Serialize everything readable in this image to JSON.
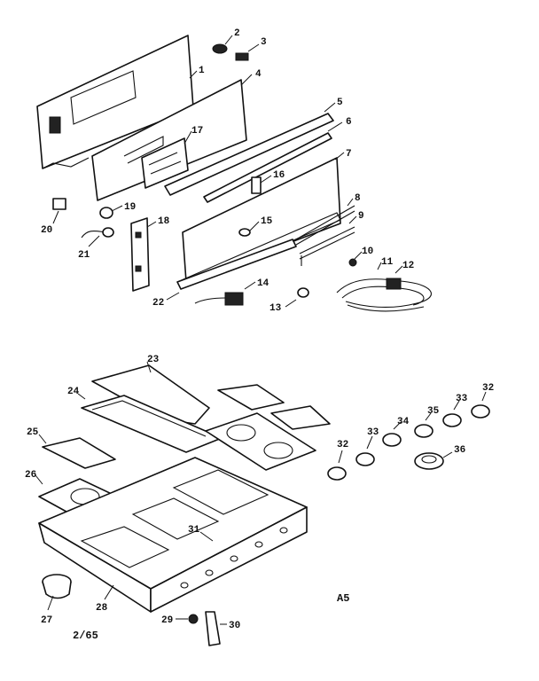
{
  "footer": {
    "date_code": "2/65",
    "page_code": "A5"
  },
  "callouts": [
    "1",
    "2",
    "3",
    "4",
    "5",
    "6",
    "7",
    "8",
    "9",
    "10",
    "11",
    "12",
    "13",
    "14",
    "15",
    "16",
    "17",
    "18",
    "19",
    "20",
    "21",
    "22",
    "23",
    "24",
    "25",
    "26",
    "27",
    "28",
    "29",
    "30",
    "31",
    "32",
    "33",
    "34",
    "35",
    "36",
    "32",
    "33"
  ]
}
